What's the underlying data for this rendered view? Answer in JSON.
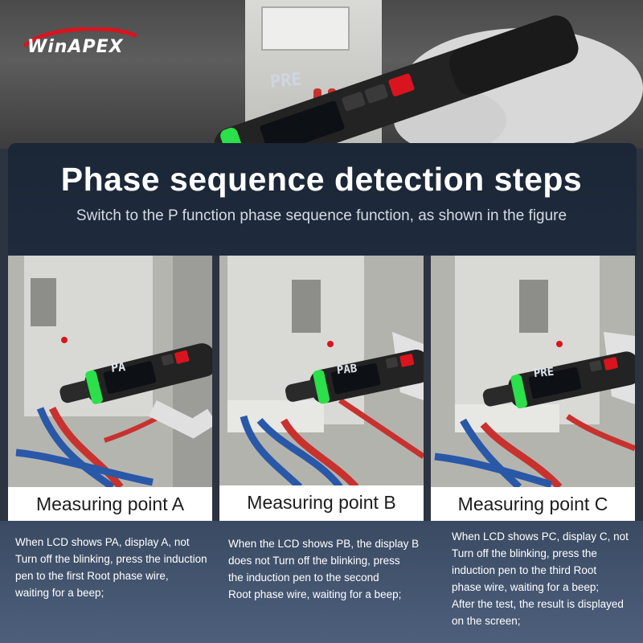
{
  "brand": {
    "logo_text": "WinAPEX"
  },
  "hero": {
    "lcd_text": "PRE"
  },
  "header": {
    "title": "Phase sequence detection steps",
    "subtitle": "Switch to the P function phase sequence function, as shown in the figure"
  },
  "steps": [
    {
      "lcd": "PA",
      "label": "Measuring point A",
      "description": "When LCD shows PA, display A, not\nTurn off the blinking, press the induction\n pen to the first Root phase wire,\nwaiting for a beep;"
    },
    {
      "lcd": "PAB",
      "label": "Measuring point B",
      "description": "When the LCD shows PB, the display B\ndoes not Turn off the blinking, press\n the induction pen to the second\nRoot phase wire, waiting for a beep;"
    },
    {
      "lcd": "PRE",
      "label": "Measuring point C",
      "description": "When LCD shows PC, display C, not\nTurn off the blinking, press the\ninduction pen to the third  Root\nphase wire, waiting for a beep;\nAfter the test, the result is displayed\non the screen;"
    }
  ],
  "colors": {
    "accent_red": "#d9141e",
    "lcd_green": "#2be04a",
    "panel": "#1b2636"
  }
}
